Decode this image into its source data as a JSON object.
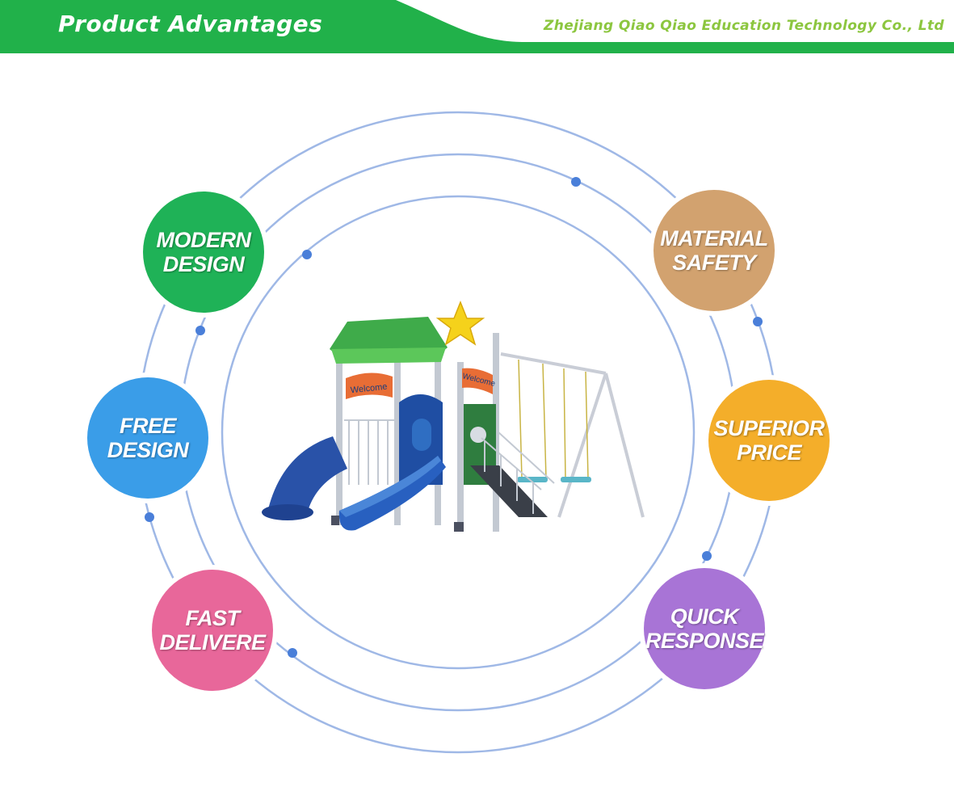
{
  "header": {
    "title": "Product Advantages",
    "company": "Zhejiang Qiao Qiao Education Technology Co., Ltd"
  },
  "colors": {
    "header_green": "#21b14a",
    "company_text": "#8cc63f",
    "ring": "#9fb8e6",
    "dot": "#4a7fd9"
  },
  "advantages": [
    {
      "line1": "MODERN",
      "line2": "DESIGN",
      "color": "#1fb257"
    },
    {
      "line1": "FREE",
      "line2": "DESIGN",
      "color": "#3a9de8"
    },
    {
      "line1": "FAST",
      "line2": "DELIVERE",
      "color": "#e8679a"
    },
    {
      "line1": "MATERIAL",
      "line2": "SAFETY",
      "color": "#d2a26f"
    },
    {
      "line1": "SUPERIOR",
      "line2": "PRICE",
      "color": "#f4ae2a"
    },
    {
      "line1": "QUICK",
      "line2": "RESPONSE",
      "color": "#a874d6"
    }
  ],
  "product_image": {
    "sign_left": "Welcome",
    "sign_right": "Welcome"
  }
}
